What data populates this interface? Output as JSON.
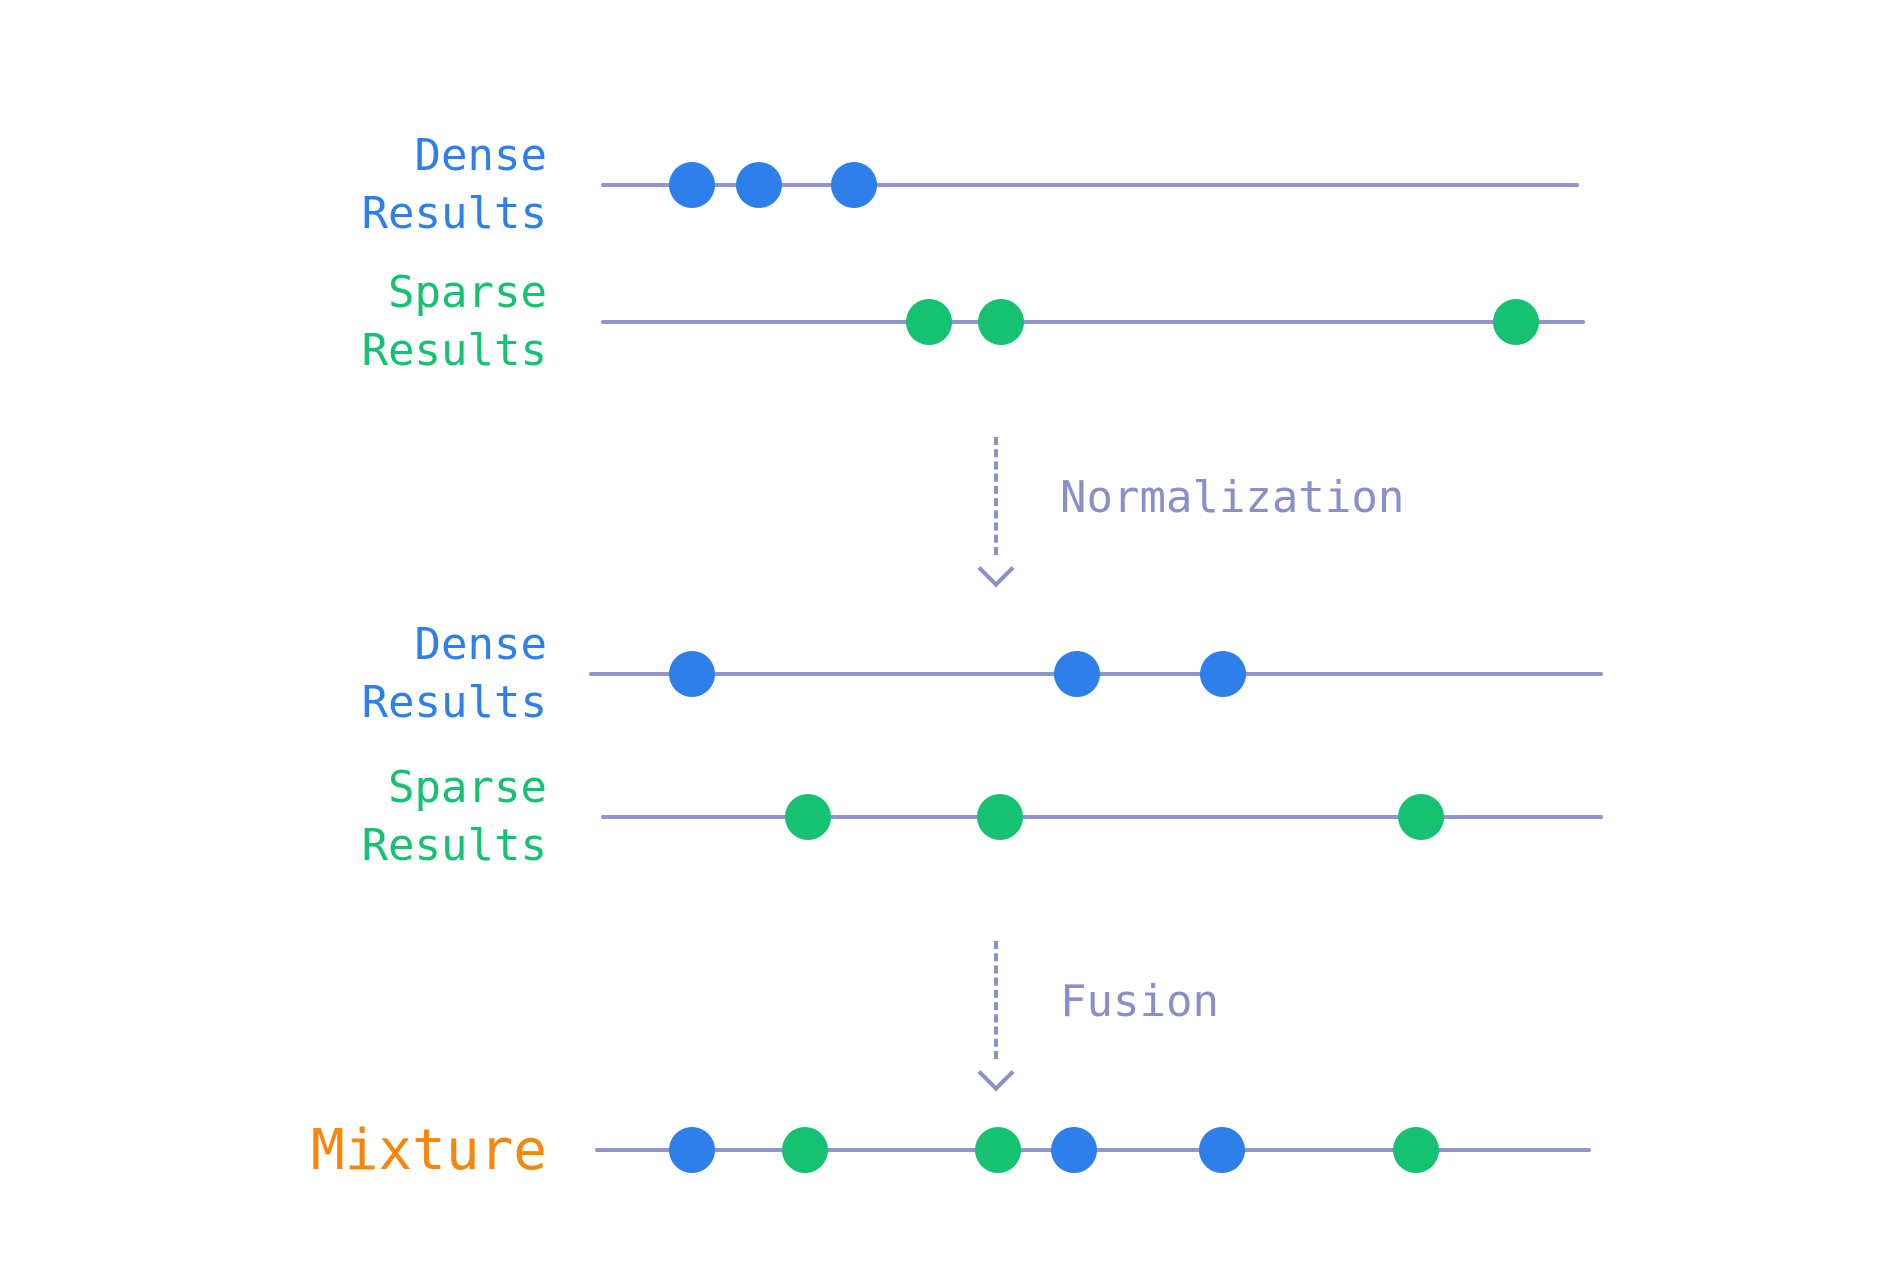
{
  "colors": {
    "dense": "#2e7fea",
    "sparse": "#16c172",
    "mixture": "#f5870f",
    "line": "#8f94cb",
    "arrow": "#8a8fc6"
  },
  "rows": [
    {
      "id": "dense-results-original",
      "label": [
        "Dense",
        "Results"
      ],
      "label_color_key": "dense",
      "dots": [
        {
          "pos": 0.093,
          "type": "dense"
        },
        {
          "pos": 0.162,
          "type": "dense"
        },
        {
          "pos": 0.259,
          "type": "dense"
        }
      ]
    },
    {
      "id": "sparse-results-original",
      "label": [
        "Sparse",
        "Results"
      ],
      "label_color_key": "sparse",
      "dots": [
        {
          "pos": 0.333,
          "type": "sparse"
        },
        {
          "pos": 0.406,
          "type": "sparse"
        },
        {
          "pos": 0.93,
          "type": "sparse"
        }
      ]
    },
    {
      "id": "dense-results-normalized",
      "label": [
        "Dense",
        "Results"
      ],
      "label_color_key": "dense",
      "dots": [
        {
          "pos": 0.102,
          "type": "dense"
        },
        {
          "pos": 0.481,
          "type": "dense"
        },
        {
          "pos": 0.625,
          "type": "dense"
        }
      ]
    },
    {
      "id": "sparse-results-normalized",
      "label": [
        "Sparse",
        "Results"
      ],
      "label_color_key": "sparse",
      "dots": [
        {
          "pos": 0.207,
          "type": "sparse"
        },
        {
          "pos": 0.398,
          "type": "sparse"
        },
        {
          "pos": 0.818,
          "type": "sparse"
        }
      ]
    },
    {
      "id": "mixture",
      "label": [
        "Mixture"
      ],
      "label_color_key": "mixture",
      "dots": [
        {
          "pos": 0.097,
          "type": "dense"
        },
        {
          "pos": 0.211,
          "type": "sparse"
        },
        {
          "pos": 0.405,
          "type": "sparse"
        },
        {
          "pos": 0.481,
          "type": "dense"
        },
        {
          "pos": 0.63,
          "type": "dense"
        },
        {
          "pos": 0.824,
          "type": "sparse"
        }
      ]
    }
  ],
  "arrows": [
    {
      "label": "Normalization"
    },
    {
      "label": "Fusion"
    }
  ]
}
